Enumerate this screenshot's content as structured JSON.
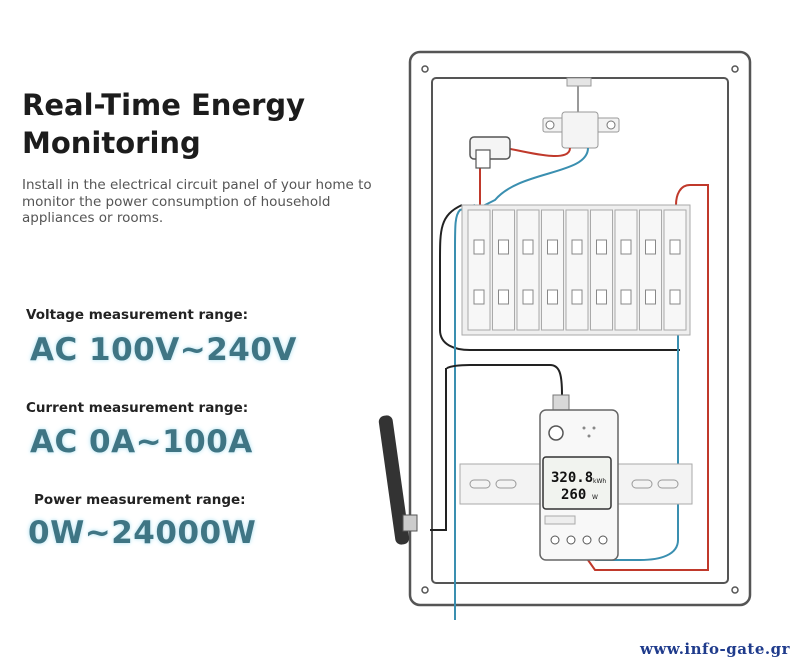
{
  "headline": {
    "line1": "Real-Time Energy",
    "line2": "Monitoring"
  },
  "description": "Install in the electrical circuit panel of your home to monitor the power consumption of household appliances or rooms.",
  "specs": [
    {
      "label": "Voltage measurement range:",
      "value": "AC 100V~240V"
    },
    {
      "label": "Current measurement range:",
      "value": "AC 0A~100A"
    },
    {
      "label": "Power measurement range:",
      "value": "0W~24000W"
    }
  ],
  "meter_display": {
    "energy_value": "320.8",
    "energy_unit": "kWh",
    "power_value": "260",
    "power_unit": "W"
  },
  "watermark": "www.info-gate.gr",
  "colors": {
    "accent": "#3f7584",
    "live_wire": "#c0392b",
    "neutral_wire": "#3a8fb0",
    "watermark": "#1f3b8c"
  }
}
